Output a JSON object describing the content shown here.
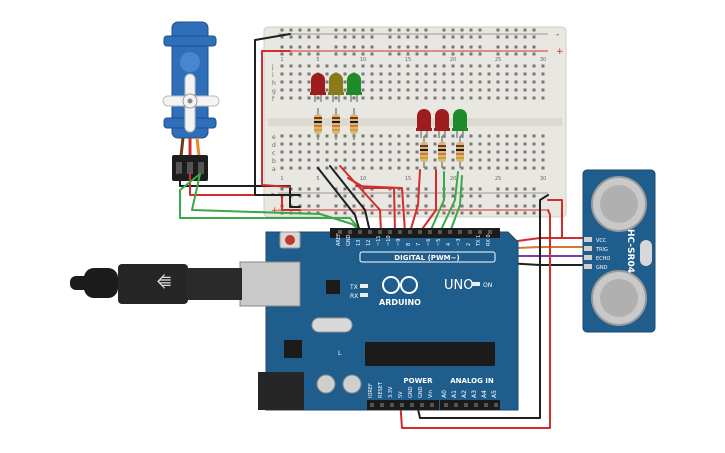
{
  "breadboard": {
    "rail_minus": "-",
    "rail_plus": "+",
    "row_letters_top": [
      "j",
      "i",
      "h",
      "g",
      "f"
    ],
    "row_letters_bottom": [
      "e",
      "d",
      "c",
      "b",
      "a"
    ],
    "column_numbers": [
      "1",
      "5",
      "10",
      "15",
      "20",
      "25",
      "30"
    ]
  },
  "arduino": {
    "brand": "ARDUINO",
    "model": "UNO",
    "digital_header": "DIGITAL (PWM~)",
    "digital_pins": [
      "AREF",
      "GND",
      "13",
      "12",
      "~11",
      "~10",
      "~9",
      "8",
      "7",
      "~6",
      "~5",
      "4",
      "~3",
      "2",
      "TX 1",
      "RX 0"
    ],
    "power_label": "POWER",
    "analog_label": "ANALOG IN",
    "power_pins": [
      "IOREF",
      "RESET",
      "3.3V",
      "5V",
      "GND",
      "GND",
      "Vin"
    ],
    "analog_pins": [
      "A0",
      "A1",
      "A2",
      "A3",
      "A4",
      "A5"
    ],
    "tx_label": "TX",
    "rx_label": "RX",
    "l_label": "L",
    "on_label": "ON"
  },
  "sensor": {
    "name": "HC-SR04",
    "pins": [
      "VCC",
      "TRIG",
      "ECHO",
      "GND"
    ]
  },
  "leds": {
    "group_left": [
      "red",
      "yellow",
      "green"
    ],
    "group_right": [
      "red",
      "red",
      "green"
    ]
  },
  "colors": {
    "arduino_blue": "#1f5d8c",
    "breadboard": "#e9e7e1",
    "wire_red": "#d22c2c",
    "wire_black": "#1f1f1f",
    "wire_green": "#3aa84a",
    "wire_orange": "#d47a2a",
    "wire_purple": "#7a3ea8",
    "servo_blue": "#2f6fba"
  }
}
